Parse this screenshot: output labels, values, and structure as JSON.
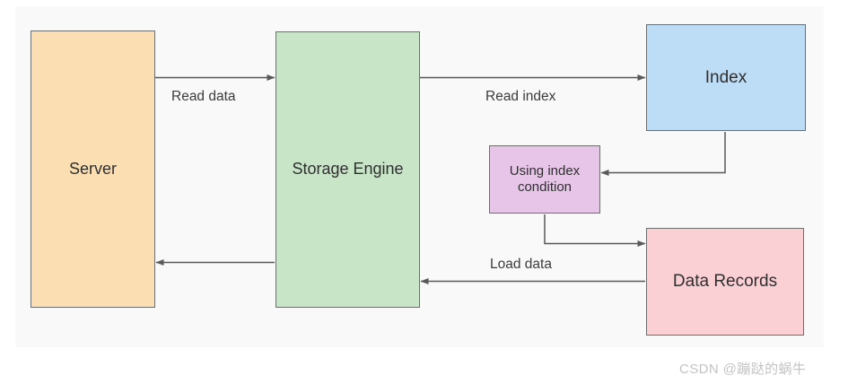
{
  "diagram": {
    "type": "flow-diagram",
    "background": "#ffffff",
    "panel_background": "#f9f9f9",
    "nodes": [
      {
        "id": "server",
        "label": "Server",
        "color": "#fbdfb2",
        "border": "#6e6e6e"
      },
      {
        "id": "storage-engine",
        "label": "Storage Engine",
        "color": "#c9e5c8",
        "border": "#6e6e6e"
      },
      {
        "id": "index",
        "label": "Index",
        "color": "#bddcf5",
        "border": "#6e6e6e"
      },
      {
        "id": "using-index-condition",
        "label": "Using index condition",
        "color": "#e7c5e9",
        "border": "#6e6e6e"
      },
      {
        "id": "data-records",
        "label": "Data Records",
        "color": "#fad0d5",
        "border": "#6e6e6e"
      }
    ],
    "edges": [
      {
        "id": "read-data",
        "from": "server",
        "to": "storage-engine",
        "label": "Read data"
      },
      {
        "id": "read-index",
        "from": "storage-engine",
        "to": "index",
        "label": "Read index"
      },
      {
        "id": "index-to-uic",
        "from": "index",
        "to": "using-index-condition",
        "label": ""
      },
      {
        "id": "uic-to-data",
        "from": "using-index-condition",
        "to": "data-records",
        "label": ""
      },
      {
        "id": "load-data",
        "from": "data-records",
        "to": "storage-engine",
        "label": "Load data"
      },
      {
        "id": "return-data",
        "from": "storage-engine",
        "to": "server",
        "label": ""
      }
    ],
    "edge_color": "#595959"
  },
  "watermark": {
    "text": "CSDN @蹦跶的蜗牛",
    "color": "#c3c3c3"
  }
}
